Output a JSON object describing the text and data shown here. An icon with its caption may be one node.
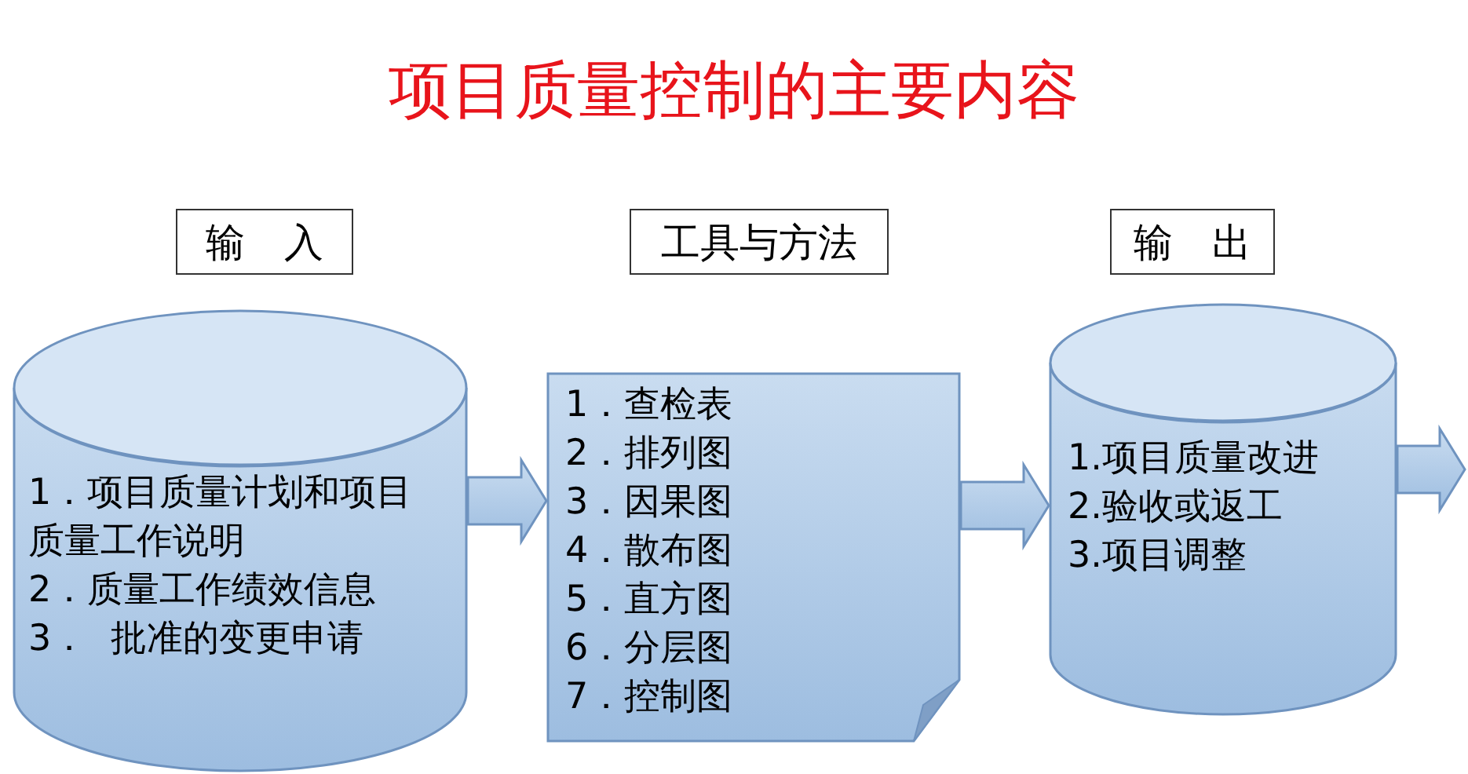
{
  "diagram": {
    "title": "项目质量控制的主要内容",
    "nodes": [
      {
        "text": [
          "输　入"
        ]
      },
      {
        "text": [
          "工具与方法"
        ]
      },
      {
        "text": [
          "输　出"
        ]
      },
      {
        "text": [
          "1．项目质量计划和项目质量工作说明",
          "2．质量工作绩效信息",
          "3．  批准的变更申请"
        ]
      },
      {
        "text": [
          "1．查检表",
          "2．排列图",
          "3．因果图",
          "4．散布图",
          "5．直方图",
          "6．分层图",
          "7．控制图"
        ]
      },
      {
        "text": [
          "1.项目质量改进",
          "2.验收或返工",
          "3.项目调整"
        ]
      }
    ],
    "edges": [
      {
        "from": 3,
        "to": 4,
        "arrow": "to"
      },
      {
        "from": 4,
        "to": 5,
        "arrow": "to"
      },
      {
        "from": 5,
        "to": null,
        "arrow": "to"
      }
    ]
  }
}
